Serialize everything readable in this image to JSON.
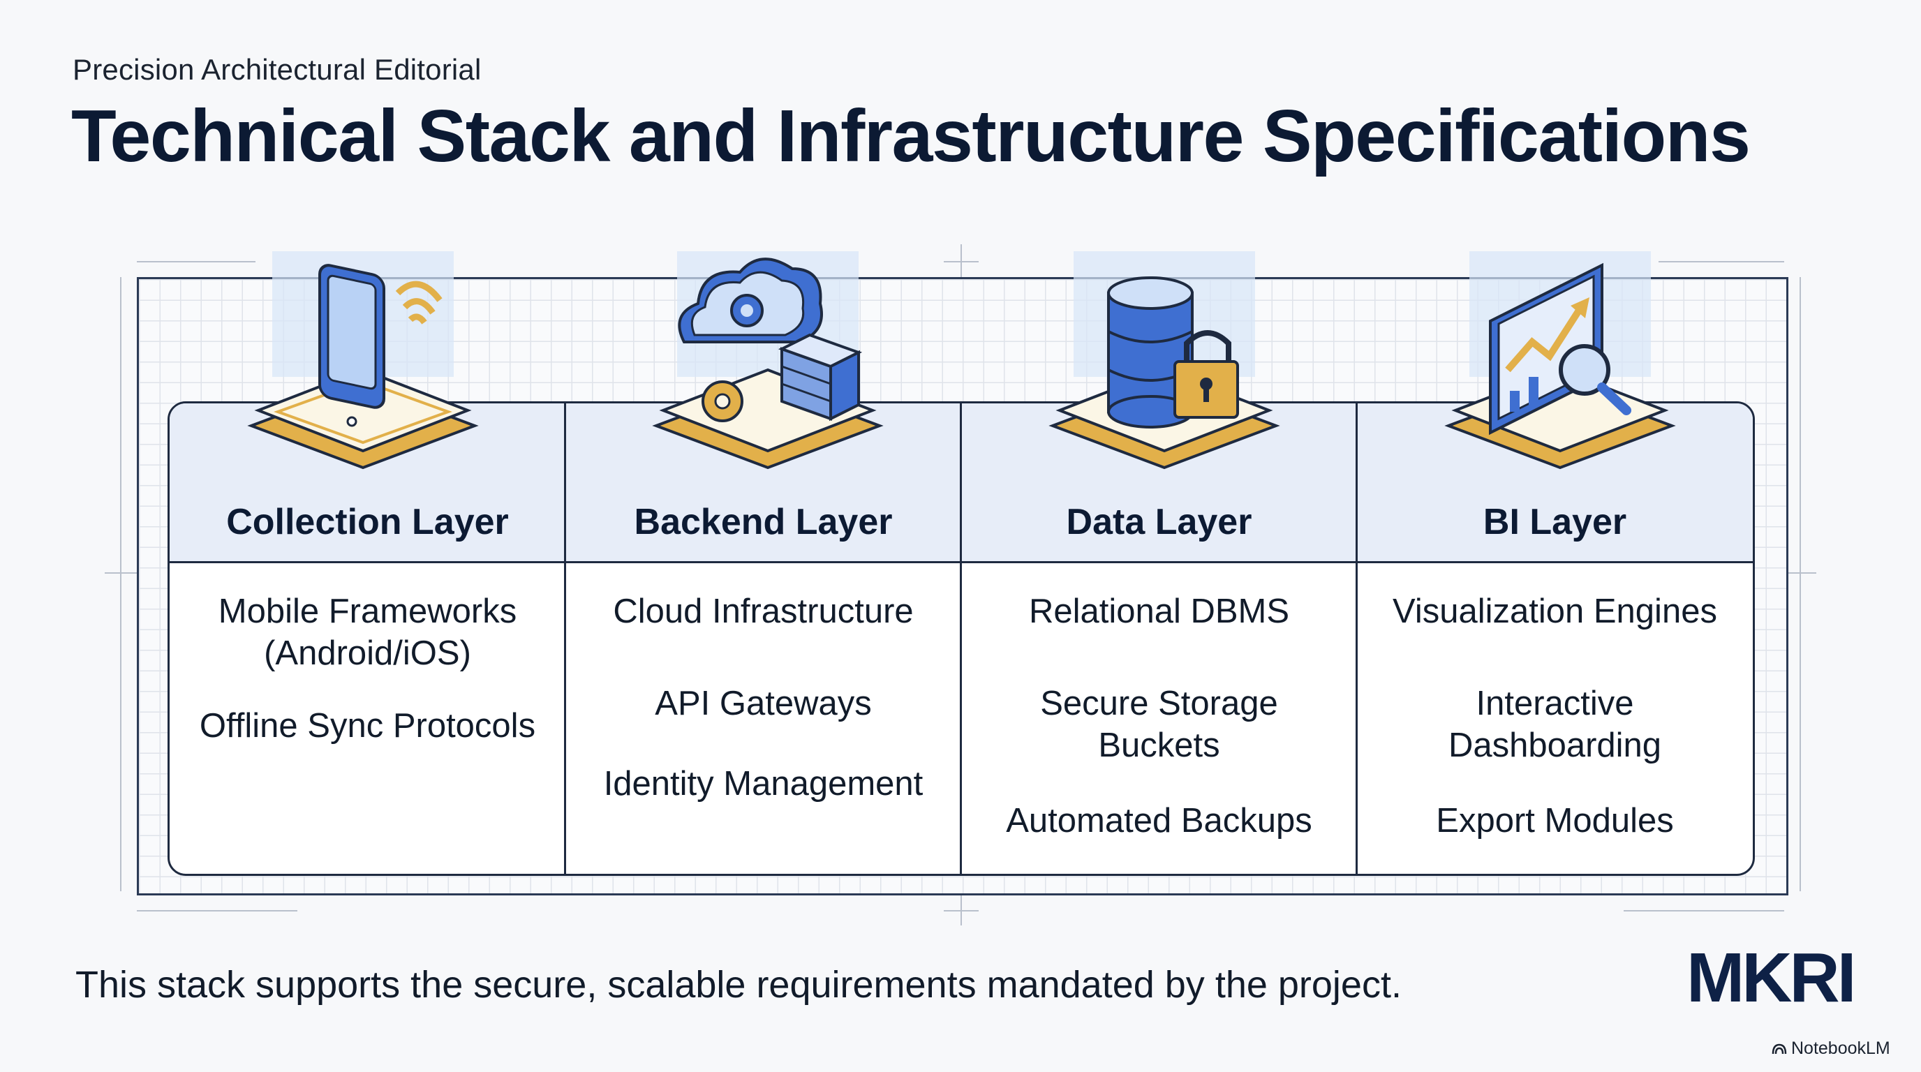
{
  "header": {
    "eyebrow": "Precision Architectural Editorial",
    "title": "Technical Stack and Infrastructure Specifications"
  },
  "layers": [
    {
      "title": "Collection Layer",
      "icon": "smartphone-wifi-icon",
      "items": [
        "Mobile Frameworks (Android/iOS)",
        "Offline Sync Protocols"
      ]
    },
    {
      "title": "Backend Layer",
      "icon": "cloud-server-gears-icon",
      "items": [
        "Cloud Infrastructure",
        "API Gateways",
        "Identity Management"
      ]
    },
    {
      "title": "Data Layer",
      "icon": "database-lock-icon",
      "items": [
        "Relational DBMS",
        "Secure Storage Buckets",
        "Automated Backups"
      ]
    },
    {
      "title": "BI Layer",
      "icon": "chart-magnifier-icon",
      "items": [
        "Visualization Engines",
        "Interactive Dashboarding",
        "Export Modules"
      ]
    }
  ],
  "footer": {
    "text": "This stack supports the secure, scalable requirements mandated by the project."
  },
  "logo": {
    "text": "MKRI"
  },
  "badge": {
    "text": "NotebookLM",
    "icon": "notebooklm-icon"
  },
  "colors": {
    "navy": "#0c1a33",
    "header_band": "#e7edf8",
    "accent_blue": "#3f6fd1",
    "accent_gold": "#e2b04a"
  }
}
